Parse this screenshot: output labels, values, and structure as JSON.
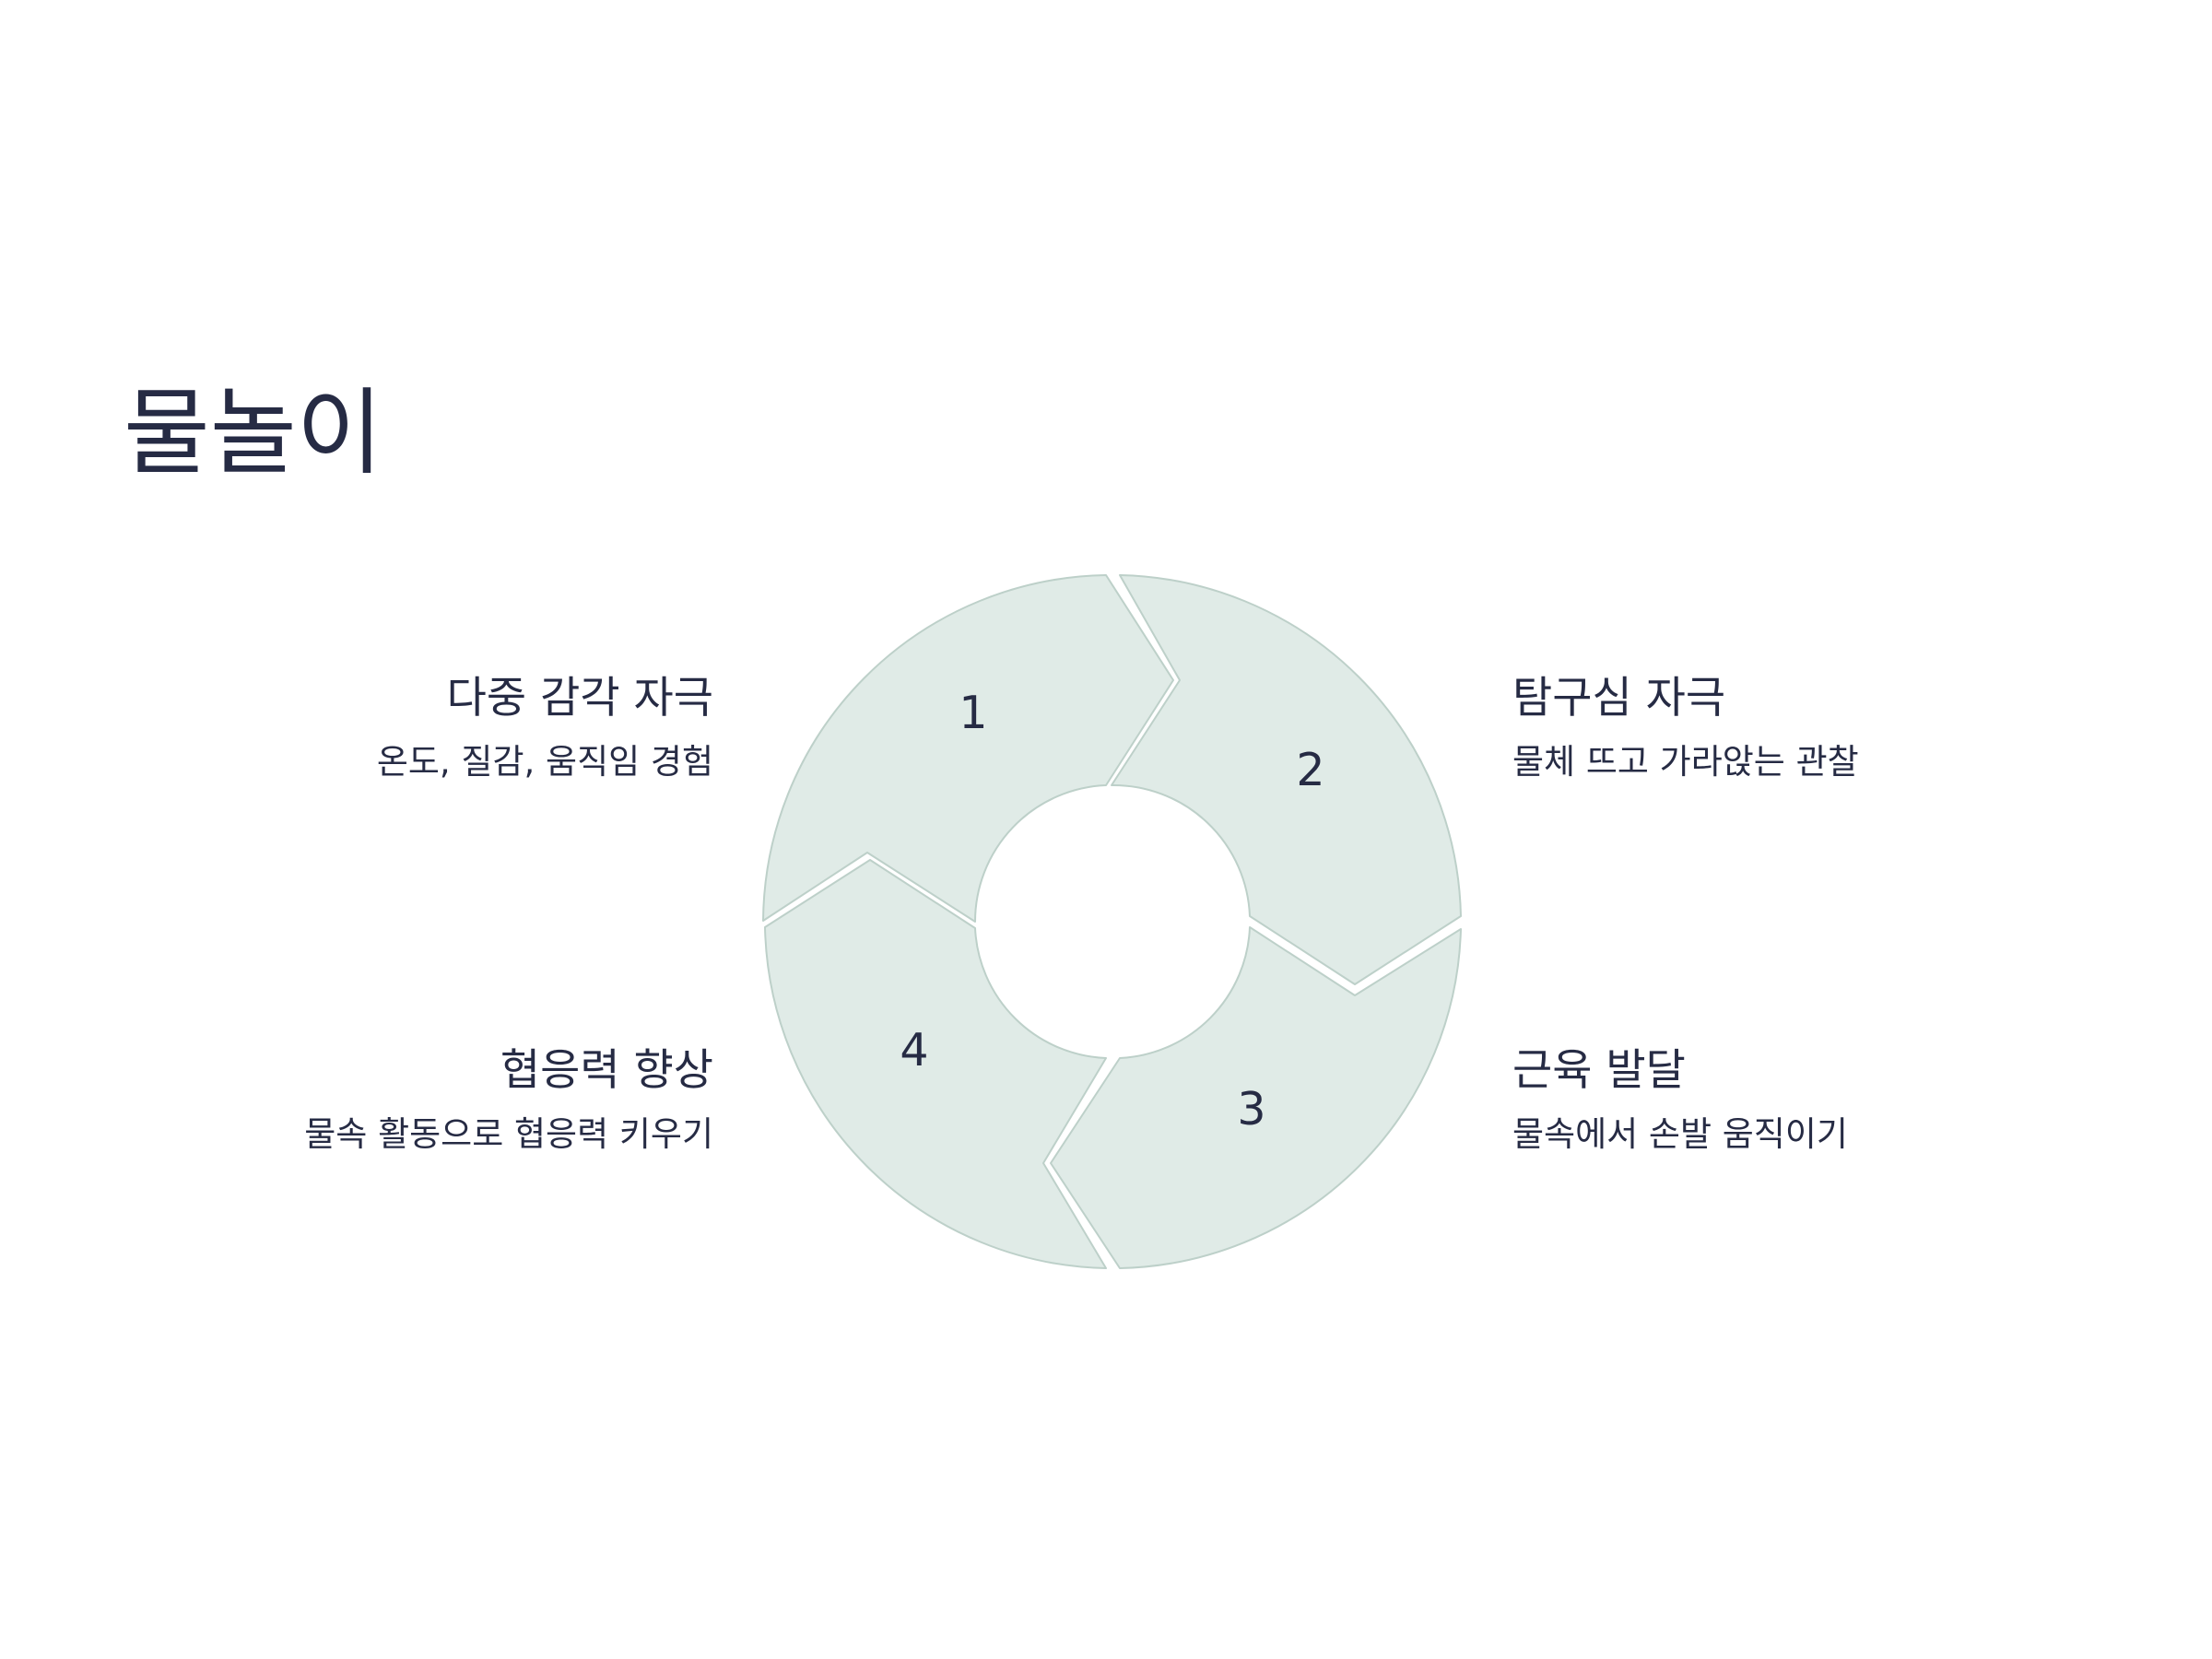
{
  "title": "물놀이",
  "colors": {
    "segment_fill": "#e0ebe7",
    "segment_stroke": "#bdd0c9",
    "text": "#262b44",
    "background": "#ffffff"
  },
  "cycle": {
    "segments": [
      {
        "number": "1",
        "title": "다중 감각 자극",
        "desc": "온도, 질감, 움직임 경험"
      },
      {
        "number": "2",
        "title": "탐구심 자극",
        "desc": "물체 뜨고 가라앉는 관찰"
      },
      {
        "number": "3",
        "title": "근육 발달",
        "desc": "물속에서 손발 움직이기"
      },
      {
        "number": "4",
        "title": "협응력 향상",
        "desc": "물속 활동으로 협응력 키우기"
      }
    ]
  }
}
